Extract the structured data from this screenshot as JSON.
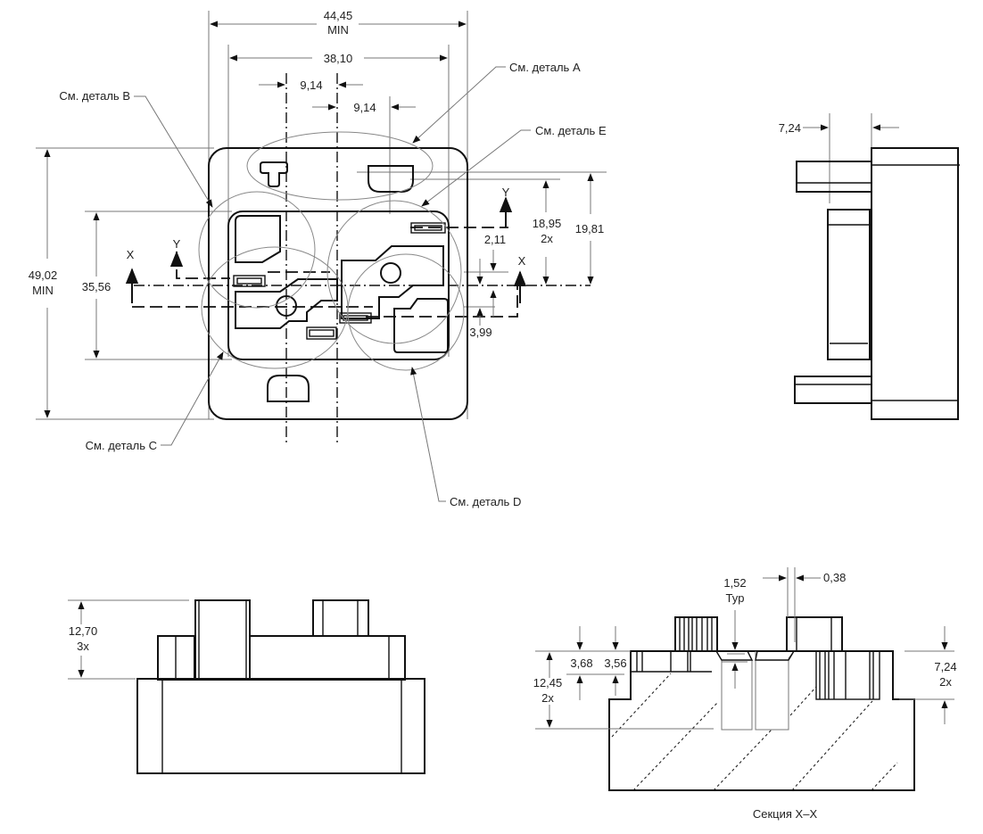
{
  "drawing": {
    "title": "Connector dimensional drawing (front view, side view, bottom view, section X–X)",
    "units": "mm",
    "front_view": {
      "dimensions": {
        "overall_width": {
          "value": "44,45",
          "qualifier": "MIN"
        },
        "inner_width": {
          "value": "38,10"
        },
        "pin_offset_left": {
          "value": "9,14"
        },
        "pin_offset_right": {
          "value": "9,14"
        },
        "overall_height": {
          "value": "49,02",
          "qualifier": "MIN"
        },
        "inner_height": {
          "value": "35,56"
        },
        "height_a": {
          "value": "18,95",
          "qualifier": "2x"
        },
        "height_b": {
          "value": "19,81"
        },
        "offset_small": {
          "value": "2,11"
        },
        "offset_lower": {
          "value": "3,99"
        }
      },
      "callouts": [
        {
          "id": "A",
          "label": "См. деталь A"
        },
        {
          "id": "B",
          "label": "См. деталь B"
        },
        {
          "id": "C",
          "label": "См. деталь C"
        },
        {
          "id": "D",
          "label": "См. деталь D"
        },
        {
          "id": "E",
          "label": "См. деталь E"
        }
      ],
      "section_markers": {
        "x": "X",
        "y": "Y"
      }
    },
    "side_view": {
      "dimensions": {
        "pin_depth": {
          "value": "7,24"
        }
      }
    },
    "bottom_view": {
      "dimensions": {
        "pin_height": {
          "value": "12,70",
          "qualifier": "3x"
        }
      }
    },
    "section_view": {
      "title": "Секция X–X",
      "dimensions": {
        "chamfer": {
          "value": "1,52",
          "qualifier": "Typ"
        },
        "gap": {
          "value": "0,38"
        },
        "step_a": {
          "value": "3,68"
        },
        "step_b": {
          "value": "3,56"
        },
        "total_height": {
          "value": "12,45",
          "qualifier": "2x"
        },
        "right_height": {
          "value": "7,24",
          "qualifier": "2x"
        }
      }
    }
  }
}
